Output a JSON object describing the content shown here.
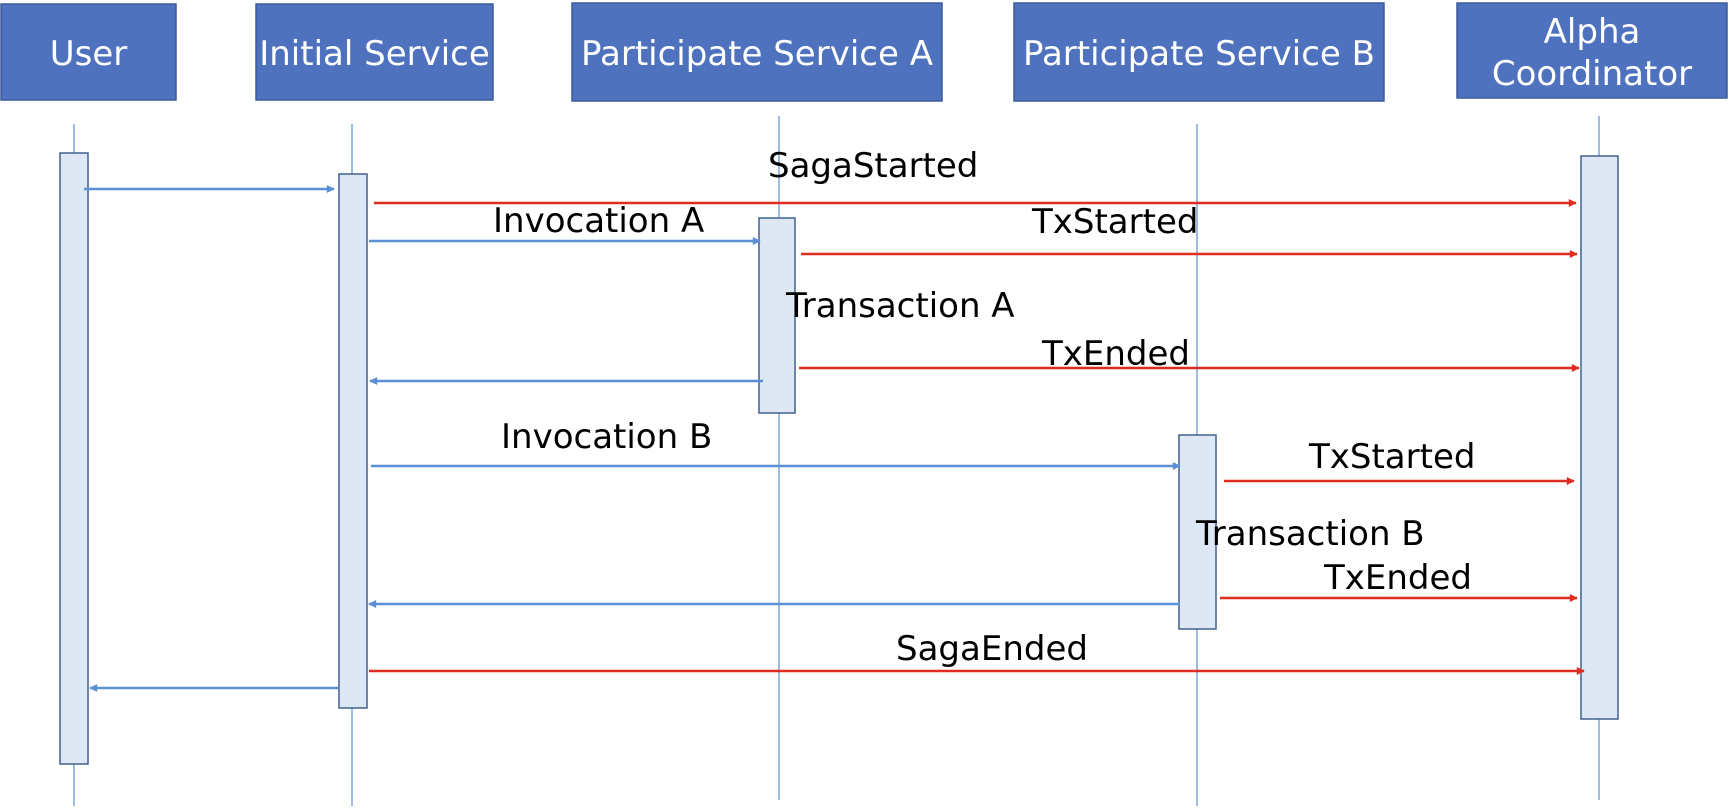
{
  "colors": {
    "participant_fill": "#4f72be",
    "participant_border": "#3d5a9a",
    "lifeline": "#5b8fd6",
    "activation_fill": "#dde8f4",
    "activation_border": "#41618f",
    "call_arrow": "#5b8fd6",
    "event_arrow": "#e02b20"
  },
  "participants": [
    {
      "id": "user",
      "label": "User"
    },
    {
      "id": "initial",
      "label": "Initial Service"
    },
    {
      "id": "svc_a",
      "label": "Participate Service A"
    },
    {
      "id": "svc_b",
      "label": "Participate Service B"
    },
    {
      "id": "alpha",
      "label_lines": [
        "Alpha",
        "Coordinator"
      ]
    }
  ],
  "messages": [
    {
      "id": "user-request",
      "from": "user",
      "to": "initial",
      "kind": "call",
      "label": ""
    },
    {
      "id": "saga-started",
      "from": "initial",
      "to": "alpha",
      "kind": "event",
      "label": "SagaStarted"
    },
    {
      "id": "invocation-a",
      "from": "initial",
      "to": "svc_a",
      "kind": "call",
      "label": "Invocation A"
    },
    {
      "id": "tx-started-a",
      "from": "svc_a",
      "to": "alpha",
      "kind": "event",
      "label": "TxStarted"
    },
    {
      "id": "tx-ended-a",
      "from": "svc_a",
      "to": "alpha",
      "kind": "event",
      "label": "TxEnded"
    },
    {
      "id": "return-a",
      "from": "svc_a",
      "to": "initial",
      "kind": "call",
      "label": ""
    },
    {
      "id": "invocation-b",
      "from": "initial",
      "to": "svc_b",
      "kind": "call",
      "label": "Invocation B"
    },
    {
      "id": "tx-started-b",
      "from": "svc_b",
      "to": "alpha",
      "kind": "event",
      "label": "TxStarted"
    },
    {
      "id": "tx-ended-b",
      "from": "svc_b",
      "to": "alpha",
      "kind": "event",
      "label": "TxEnded"
    },
    {
      "id": "return-b",
      "from": "svc_b",
      "to": "initial",
      "kind": "call",
      "label": ""
    },
    {
      "id": "saga-ended",
      "from": "initial",
      "to": "alpha",
      "kind": "event",
      "label": "SagaEnded"
    },
    {
      "id": "user-response",
      "from": "initial",
      "to": "user",
      "kind": "call",
      "label": ""
    }
  ],
  "notes": {
    "transaction_a": "Transaction A",
    "transaction_b": "Transaction B"
  }
}
